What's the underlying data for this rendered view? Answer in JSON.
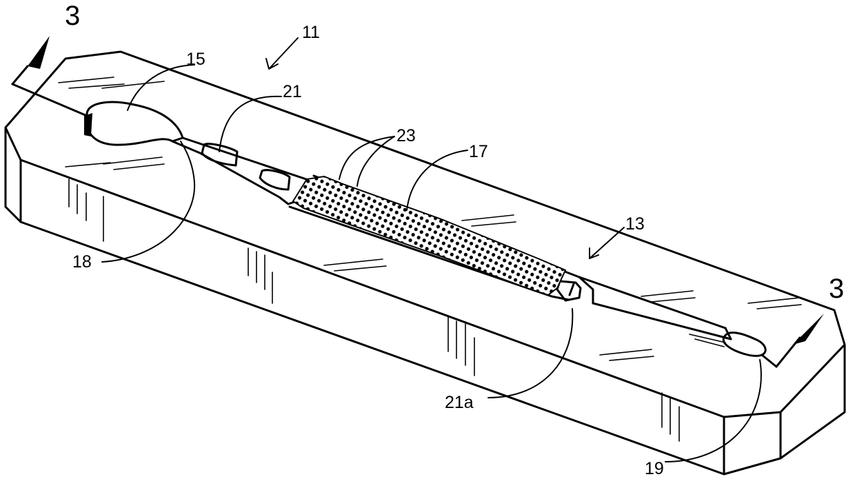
{
  "figure": {
    "labels": {
      "section_left": "3",
      "section_right": "3",
      "device": "11",
      "outlet_region": "13",
      "inlet_port": "15",
      "channel": "17",
      "inlet_chamber": "18",
      "outlet_port": "19",
      "dam": "21",
      "dam_end": "21a",
      "pillars": "23"
    }
  }
}
